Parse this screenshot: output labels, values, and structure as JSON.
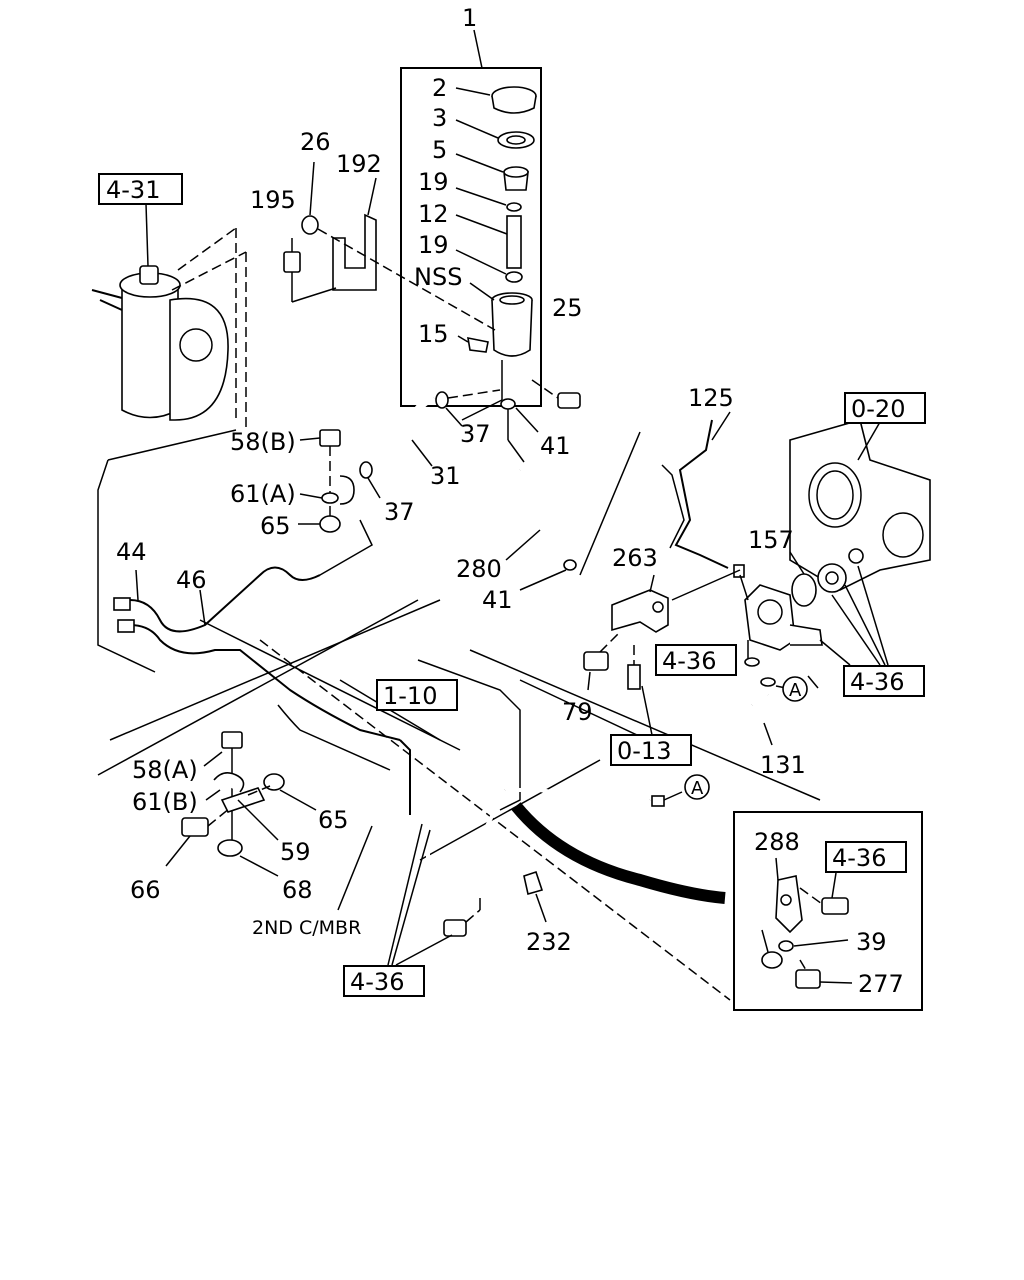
{
  "callouts": {
    "c1": "1",
    "c2": "2",
    "c3": "3",
    "c5": "5",
    "c19a": "19",
    "c12": "12",
    "c19b": "19",
    "nss": "NSS",
    "c15": "15",
    "c25": "25",
    "c26": "26",
    "c192": "192",
    "c195": "195",
    "c37a": "37",
    "c41a": "41",
    "c31": "31",
    "c58b": "58(B)",
    "c61a": "61(A)",
    "c37b": "37",
    "c65a": "65",
    "c280": "280",
    "c41b": "41",
    "c125": "125",
    "c263": "263",
    "c157": "157",
    "c44": "44",
    "c46": "46",
    "c79": "79",
    "c131": "131",
    "c58a": "58(A)",
    "c61b": "61(B)",
    "c65b": "65",
    "c59": "59",
    "c66": "66",
    "c68": "68",
    "c232": "232",
    "c288": "288",
    "c39": "39",
    "c277": "277"
  },
  "refs": {
    "r431": "4-31",
    "r020": "0-20",
    "r436a": "4-36",
    "r436b": "4-36",
    "r110": "1-10",
    "r013": "0-13",
    "r436c": "4-36",
    "r436d": "4-36"
  },
  "markers": {
    "a1": "A",
    "a2": "A"
  },
  "notes": {
    "member": "2ND C/MBR"
  }
}
